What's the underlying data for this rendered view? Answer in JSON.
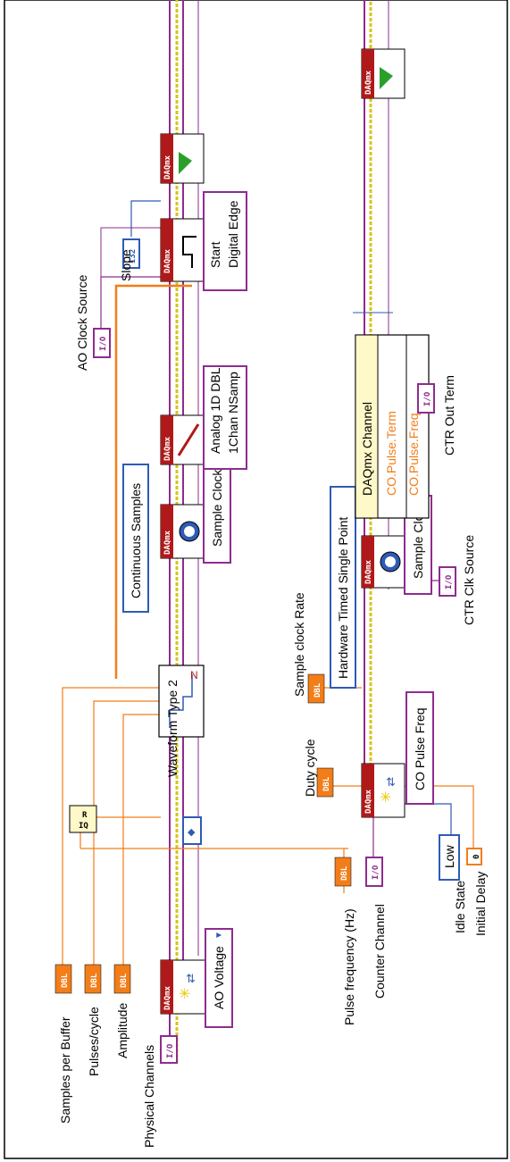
{
  "diagram": {
    "constants": {
      "physical_channels": "Physical Channels",
      "samples_per_buffer": "Samples per Buffer",
      "pulses_cycle": "Pulses/cycle",
      "amplitude": "Amplitude",
      "pulse_frequency": "Pulse frequency (Hz)",
      "counter_channel": "Counter Channel",
      "duty_cycle": "Duty cycle",
      "sample_clock_rate": "Sample clock Rate",
      "ctr_clk_source": "CTR Clk Source",
      "ctr_out_term": "CTR Out Term",
      "ao_clock_source": "AO Clock Source",
      "slope": "Slope",
      "idle_state": "Idle State",
      "initial_delay": "Initial Delay"
    },
    "selectors": {
      "ao_voltage": "AO Voltage",
      "sample_clock_ao": "Sample Clock",
      "continuous_samples": "Continuous Samples",
      "analog_1d_line1": "Analog 1D DBL",
      "analog_1d_line2": "1Chan NSamp",
      "start_line1": "Start",
      "start_line2": "Digital Edge",
      "co_pulse_freq": "CO Pulse Freq",
      "sample_clock_ctr": "Sample Clock",
      "hw_timed": "Hardware Timed Single Point",
      "idle_low": "Low",
      "initial_delay_value": "0"
    },
    "waveform": {
      "label": "Waveform Type 2",
      "divide_symbol_r": "R",
      "divide_symbol_iq": "IQ"
    },
    "property_node": {
      "title": "DAQmx Channel",
      "prop1": "CO.Pulse.Term",
      "prop2": "CO.Pulse.Freq"
    },
    "terminal_types": {
      "dbl": "DBL",
      "io": "I/O",
      "i32": "I32",
      "daqmx": "DAQmx"
    },
    "colors": {
      "orange": "#f27d19",
      "purple": "#8e2c8e",
      "blue": "#2e5bb4",
      "pink": "#c44a98",
      "task_yellow": "#d8c41a",
      "daqmx_red": "#b01919"
    }
  }
}
